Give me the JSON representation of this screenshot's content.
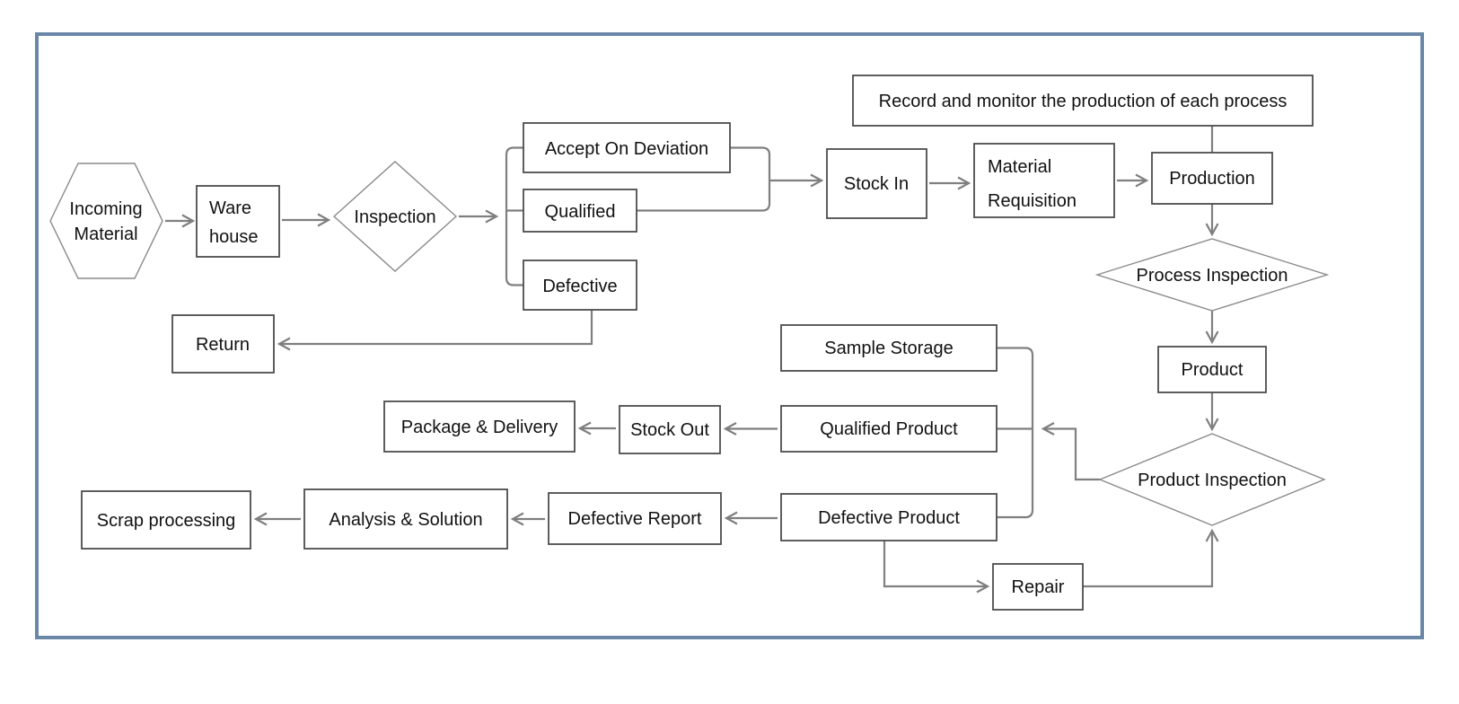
{
  "diagram": {
    "type": "flowchart",
    "nodes": {
      "incoming_material": {
        "line1": "Incoming",
        "line2": "Material",
        "shape": "hexagon"
      },
      "warehouse": {
        "line1": "Ware",
        "line2": "house",
        "shape": "rect"
      },
      "inspection": {
        "label": "Inspection",
        "shape": "diamond"
      },
      "accept_on_deviation": {
        "label": "Accept On Deviation",
        "shape": "rect"
      },
      "qualified": {
        "label": "Qualified",
        "shape": "rect"
      },
      "defective": {
        "label": "Defective",
        "shape": "rect"
      },
      "return": {
        "label": "Return",
        "shape": "rect"
      },
      "stock_in": {
        "label": "Stock In",
        "shape": "rect"
      },
      "material_requisition": {
        "line1": "Material",
        "line2": "Requisition",
        "shape": "rect"
      },
      "record_monitor": {
        "label": "Record and monitor the production of each process",
        "shape": "rect"
      },
      "production": {
        "label": "Production",
        "shape": "rect"
      },
      "process_inspection": {
        "label": "Process Inspection",
        "shape": "diamond"
      },
      "product": {
        "label": "Product",
        "shape": "rect"
      },
      "product_inspection": {
        "label": "Product Inspection",
        "shape": "diamond"
      },
      "sample_storage": {
        "label": "Sample Storage",
        "shape": "rect"
      },
      "qualified_product": {
        "label": "Qualified Product",
        "shape": "rect"
      },
      "defective_product": {
        "label": "Defective Product",
        "shape": "rect"
      },
      "stock_out": {
        "label": "Stock Out",
        "shape": "rect"
      },
      "package_delivery": {
        "label": "Package & Delivery",
        "shape": "rect"
      },
      "defective_report": {
        "label": "Defective Report",
        "shape": "rect"
      },
      "analysis_solution": {
        "label": "Analysis & Solution",
        "shape": "rect"
      },
      "scrap_processing": {
        "label": "Scrap processing",
        "shape": "rect"
      },
      "repair": {
        "label": "Repair",
        "shape": "rect"
      }
    },
    "edges": [
      "incoming_material -> warehouse",
      "warehouse -> inspection",
      "inspection -> [accept_on_deviation, qualified, defective]",
      "[accept_on_deviation, qualified] -> stock_in",
      "defective -> return",
      "stock_in -> material_requisition",
      "material_requisition -> production",
      "record_monitor - production",
      "production -> process_inspection",
      "process_inspection -> product",
      "product -> product_inspection",
      "product_inspection -> [sample_storage, qualified_product, defective_product]",
      "qualified_product -> stock_out",
      "stock_out -> package_delivery",
      "defective_product -> defective_report",
      "defective_report -> analysis_solution",
      "analysis_solution -> scrap_processing",
      "defective_product -> repair",
      "repair -> product_inspection"
    ],
    "colors": {
      "background": "#ffffff",
      "frame_border": "#6b87a8",
      "connector": "#7f7f7f",
      "box_stroke": "#4d4d4d",
      "diamond_stroke": "#8a8a8a",
      "text": "#111111"
    }
  }
}
